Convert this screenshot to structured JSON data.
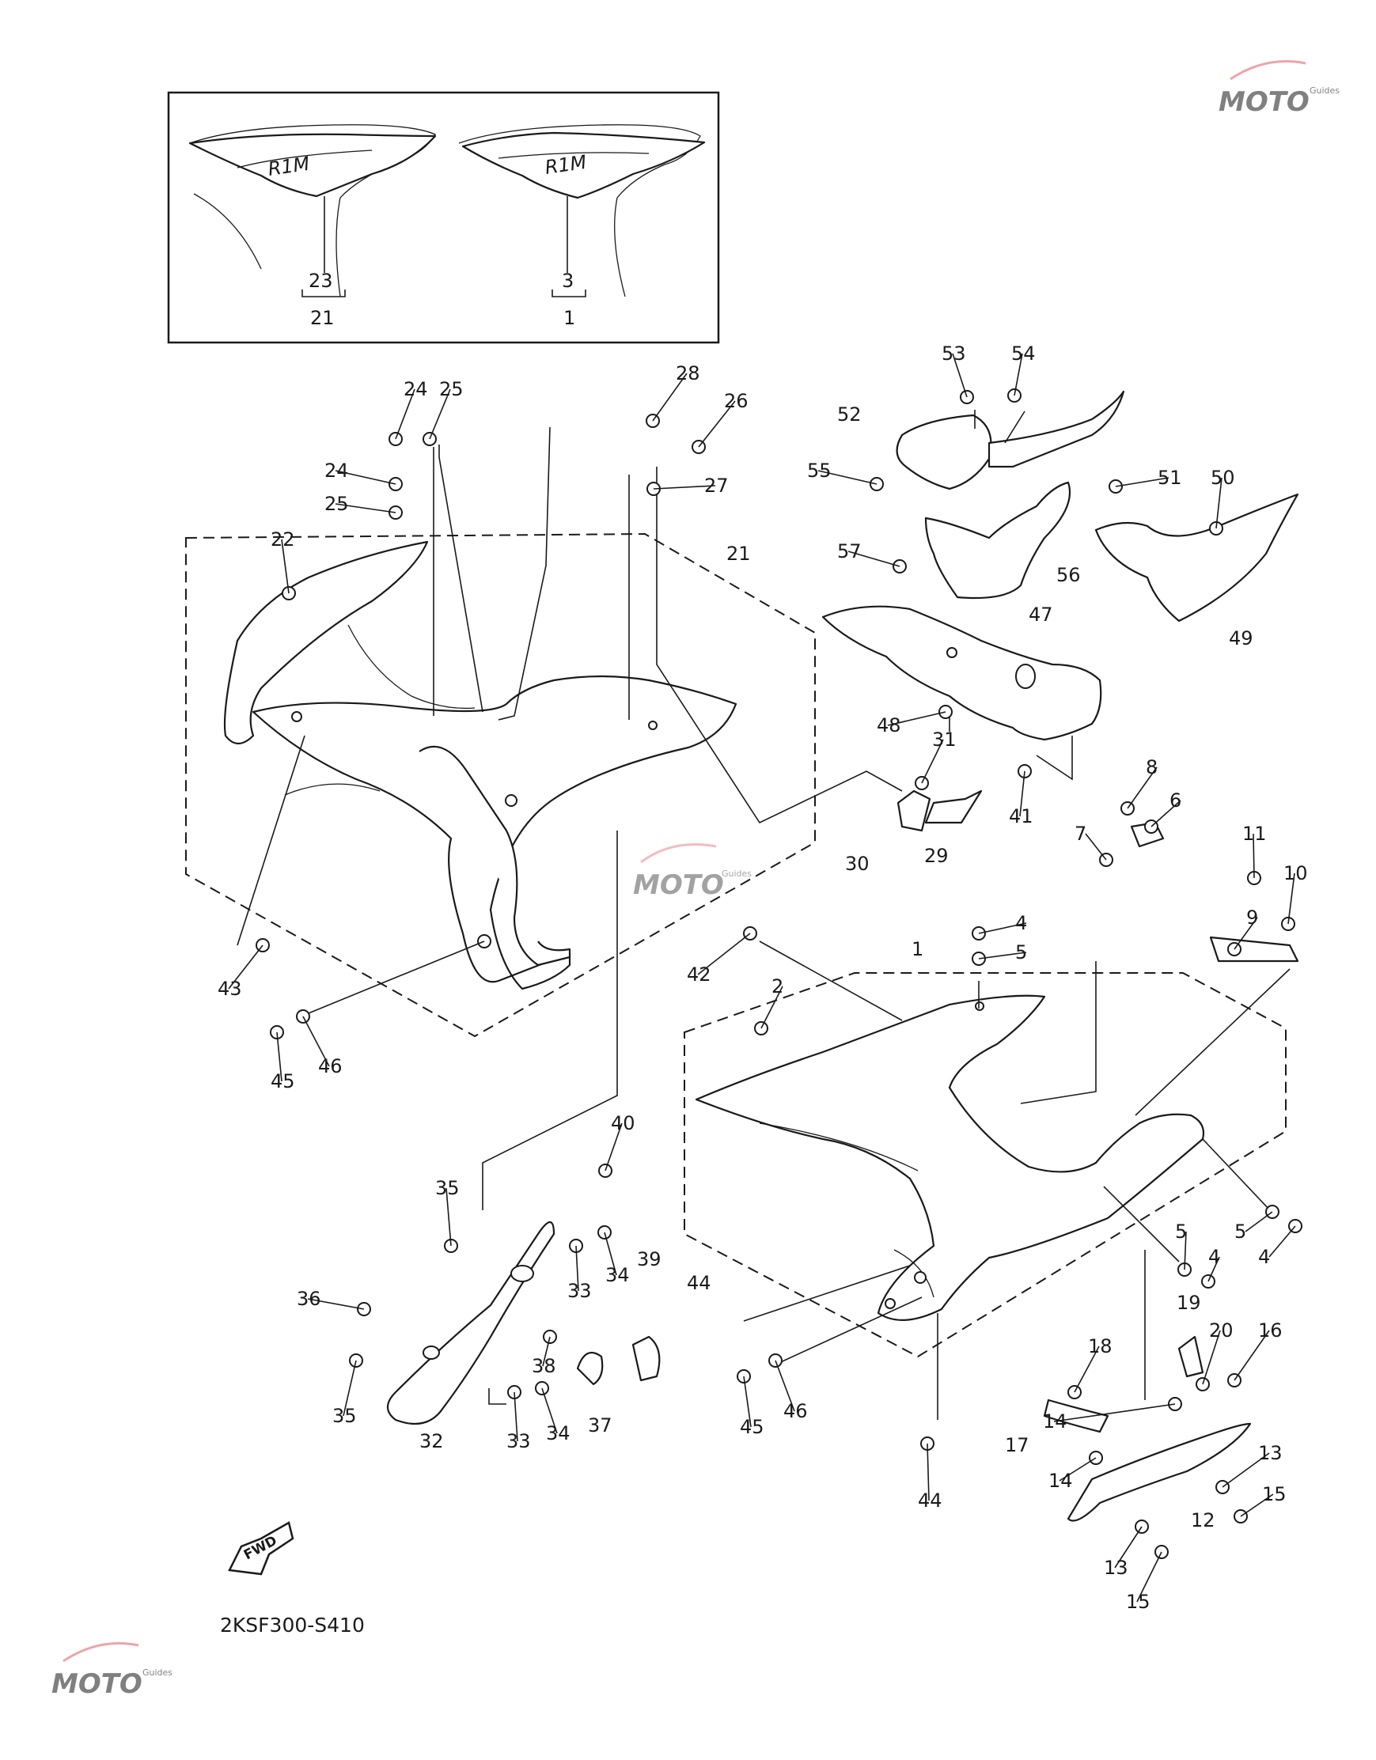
{
  "diagram_code": "2KSF300-S410",
  "direction_arrow": {
    "label": "FWD",
    "icon": "fwd-arrow-icon"
  },
  "watermark": {
    "text": "MOTO",
    "subtext": "Guides",
    "icon": "motorcycle-logo-icon",
    "color": "#e05a66"
  },
  "inset_labels": [
    "23",
    "21",
    "3",
    "1"
  ],
  "callouts": [
    "1",
    "2",
    "4",
    "5",
    "6",
    "7",
    "8",
    "9",
    "10",
    "11",
    "12",
    "13",
    "14",
    "15",
    "16",
    "17",
    "18",
    "19",
    "20",
    "21",
    "22",
    "24",
    "25",
    "26",
    "27",
    "28",
    "29",
    "30",
    "31",
    "32",
    "33",
    "34",
    "35",
    "36",
    "37",
    "38",
    "39",
    "40",
    "41",
    "42",
    "43",
    "44",
    "45",
    "46",
    "47",
    "48",
    "49",
    "50",
    "51",
    "52",
    "53",
    "54",
    "55",
    "56",
    "57"
  ],
  "extra_callouts": [
    "24",
    "25",
    "4",
    "5",
    "5",
    "4",
    "13",
    "14",
    "15",
    "33",
    "34",
    "35",
    "44",
    "45",
    "46"
  ]
}
